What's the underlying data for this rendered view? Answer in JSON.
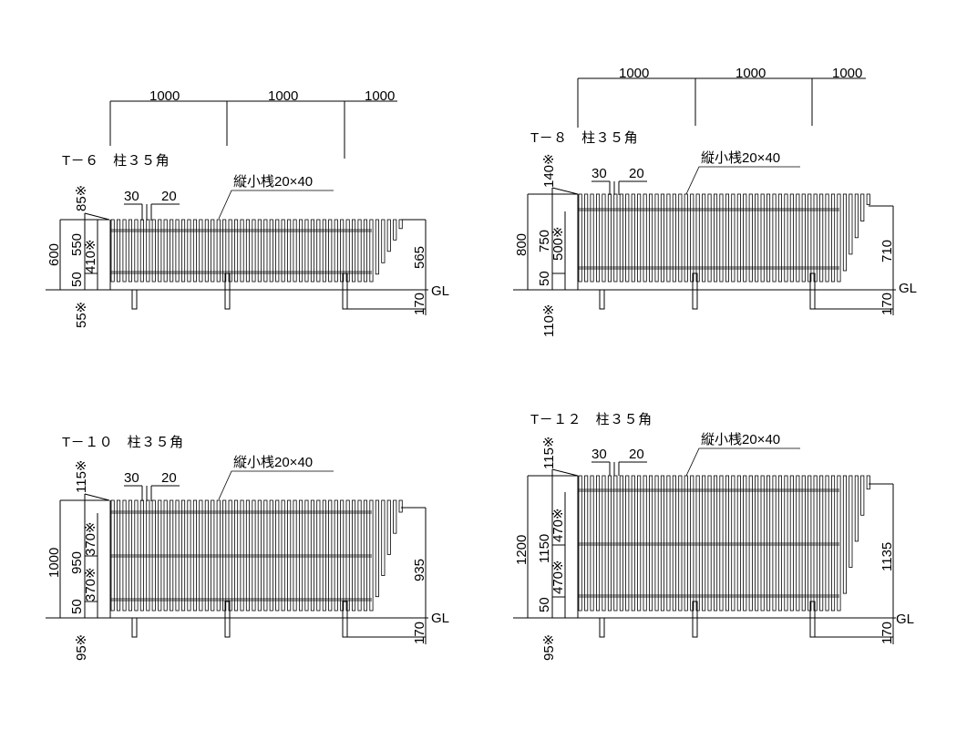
{
  "panels": [
    {
      "id": "t6",
      "title": "T－６　柱３５角",
      "top_spans": [
        "1000",
        "1000",
        "1000"
      ],
      "spacing_labels": [
        "30",
        "20"
      ],
      "picket_label": "縦小桟20×40",
      "left_total": "600",
      "left_parts": [
        "550",
        "50"
      ],
      "left_inner": [
        "410※"
      ],
      "top_offset": "85※",
      "bottom_offset": "55※",
      "right_height": "565",
      "post_depth": "170",
      "ground": "GL"
    },
    {
      "id": "t8",
      "title": "T－８　柱３５角",
      "top_spans": [
        "1000",
        "1000",
        "1000"
      ],
      "spacing_labels": [
        "30",
        "20"
      ],
      "picket_label": "縦小桟20×40",
      "left_total": "800",
      "left_parts": [
        "750",
        "50"
      ],
      "left_inner": [
        "500※"
      ],
      "top_offset": "140※",
      "bottom_offset": "110※",
      "right_height": "710",
      "post_depth": "170",
      "ground": "GL"
    },
    {
      "id": "t10",
      "title": "T－１０　柱３５角",
      "top_spans": [],
      "spacing_labels": [
        "30",
        "20"
      ],
      "picket_label": "縦小桟20×40",
      "left_total": "1000",
      "left_parts": [
        "950",
        "50"
      ],
      "left_inner": [
        "370※",
        "370※"
      ],
      "top_offset": "115※",
      "bottom_offset": "95※",
      "right_height": "935",
      "post_depth": "170",
      "ground": "GL"
    },
    {
      "id": "t12",
      "title": "T－１２　柱３５角",
      "top_spans": [],
      "spacing_labels": [
        "30",
        "20"
      ],
      "picket_label": "縦小桟20×40",
      "left_total": "1200",
      "left_parts": [
        "1150",
        "50"
      ],
      "left_inner": [
        "470※",
        "470※"
      ],
      "top_offset": "115※",
      "bottom_offset": "95※",
      "right_height": "1135",
      "post_depth": "170",
      "ground": "GL"
    }
  ]
}
